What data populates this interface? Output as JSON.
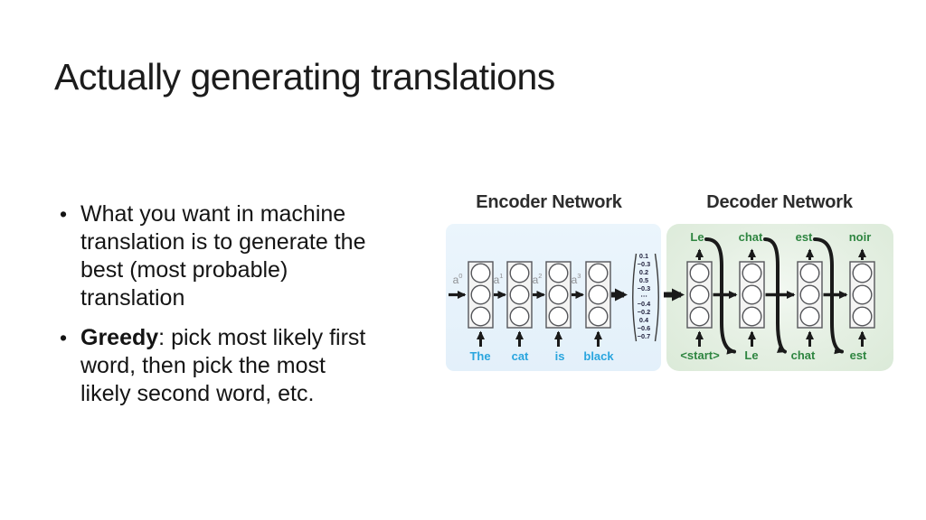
{
  "slide": {
    "title": "Actually generating translations",
    "bullet_char": "•",
    "bullets": [
      {
        "bold": "",
        "lines": [
          "What you want in machine",
          "translation is to generate the",
          "best (most probable)",
          "translation"
        ]
      },
      {
        "bold": "Greedy",
        "lines": [
          ": pick most likely first",
          "word, then pick the most",
          "likely second word, etc."
        ]
      }
    ]
  },
  "diagram": {
    "encoder": {
      "title": "Encoder Network",
      "state_labels": [
        {
          "base": "a",
          "sup": "0"
        },
        {
          "base": "a",
          "sup": "1"
        },
        {
          "base": "a",
          "sup": "2"
        },
        {
          "base": "a",
          "sup": "3"
        }
      ],
      "words": [
        "The",
        "cat",
        "is",
        "black"
      ]
    },
    "vector": {
      "values": [
        "0.1",
        "−0.3",
        "0.2",
        "0.5",
        "−0.3",
        "⋯",
        "−0.4",
        "−0.2",
        "0.4",
        "−0.6",
        "−0.7"
      ]
    },
    "decoder": {
      "title": "Decoder Network",
      "outputs": [
        "Le",
        "chat",
        "est",
        "noir"
      ],
      "inputs": [
        "<start>",
        "Le",
        "chat",
        "est"
      ]
    },
    "colors": {
      "encoder_panel": "#e7f2fb",
      "decoder_panel": "#dfeddd",
      "encoder_word": "#29a5de",
      "decoder_word": "#2e8540",
      "state_label": "#8f9093",
      "arrow": "#1a1a1a"
    }
  }
}
